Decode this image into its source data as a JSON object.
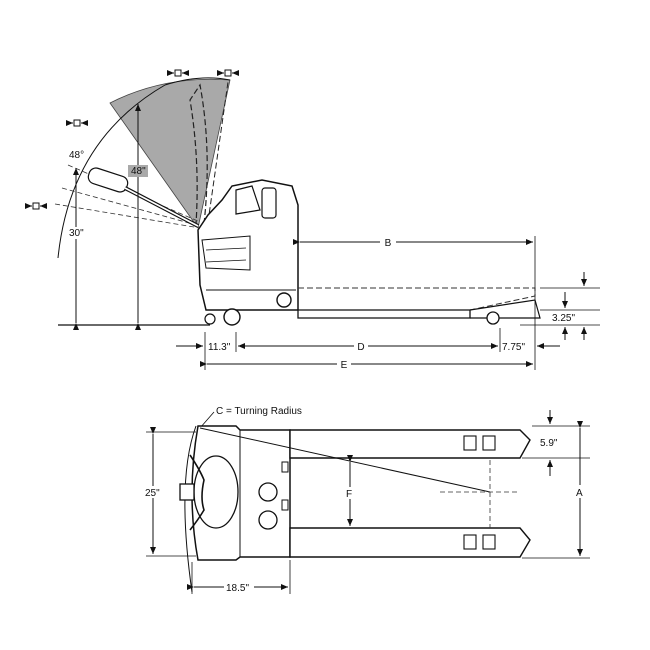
{
  "side_view": {
    "angle_upper": "48°",
    "height_upper": "48\"",
    "height_lower": "30\"",
    "dim_b": "B",
    "dim_d": "D",
    "dim_e": "E",
    "rear_offset": "11.3\"",
    "fork_tip": "7.75\"",
    "lift_height": "3.25\""
  },
  "top_view": {
    "turning_radius": "C = Turning Radius",
    "overall_width": "25\"",
    "fork_spread": "F",
    "fork_width": "5.9\"",
    "outer_width": "A",
    "head_length": "18.5\""
  }
}
